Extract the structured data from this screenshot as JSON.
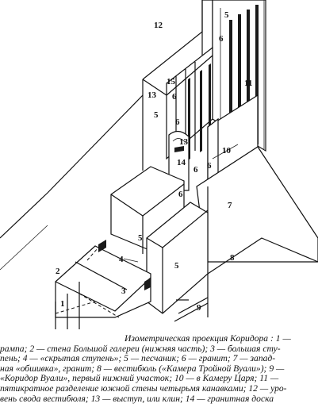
{
  "figure": {
    "labels": {
      "rampa": "1",
      "galereya": "2",
      "bolshaya_stupen": "3",
      "skrytaya_stupen": "4",
      "peschanik": "5",
      "granit": "6",
      "zapadnaya_obshivka": "7",
      "vestibyul": "8",
      "koridor_vuali": "9",
      "v_kameru_tsarya": "10",
      "kanavki": "11",
      "svod_vestibyulya": "12",
      "vystup": "13",
      "granitnaya_doska": "14",
      "vestibyul_top": "15"
    }
  },
  "caption": {
    "lines": [
      "Изометрическая проекция Коридора : 1 —",
      "рампа; 2 — стена Большой галереи (нижняя часть); 3 — большая сту-",
      "пень; 4 — «скрытая ступень»; 5 — песчаник; 6 — гранит; 7 — запад-",
      "ная «обшивка», гранит; 8 — вестибюль («Камера Тройной Вуали»); 9 —",
      "«Коридор Вуали», первый нижний участок; 10 — в Камеру Царя; 11 —",
      "пятикратное разделение южной стены четырьмя канавками; 12 — уро-",
      "вень свода вестибюля; 13 — выступ, или клин; 14 — гранитная доска"
    ]
  }
}
